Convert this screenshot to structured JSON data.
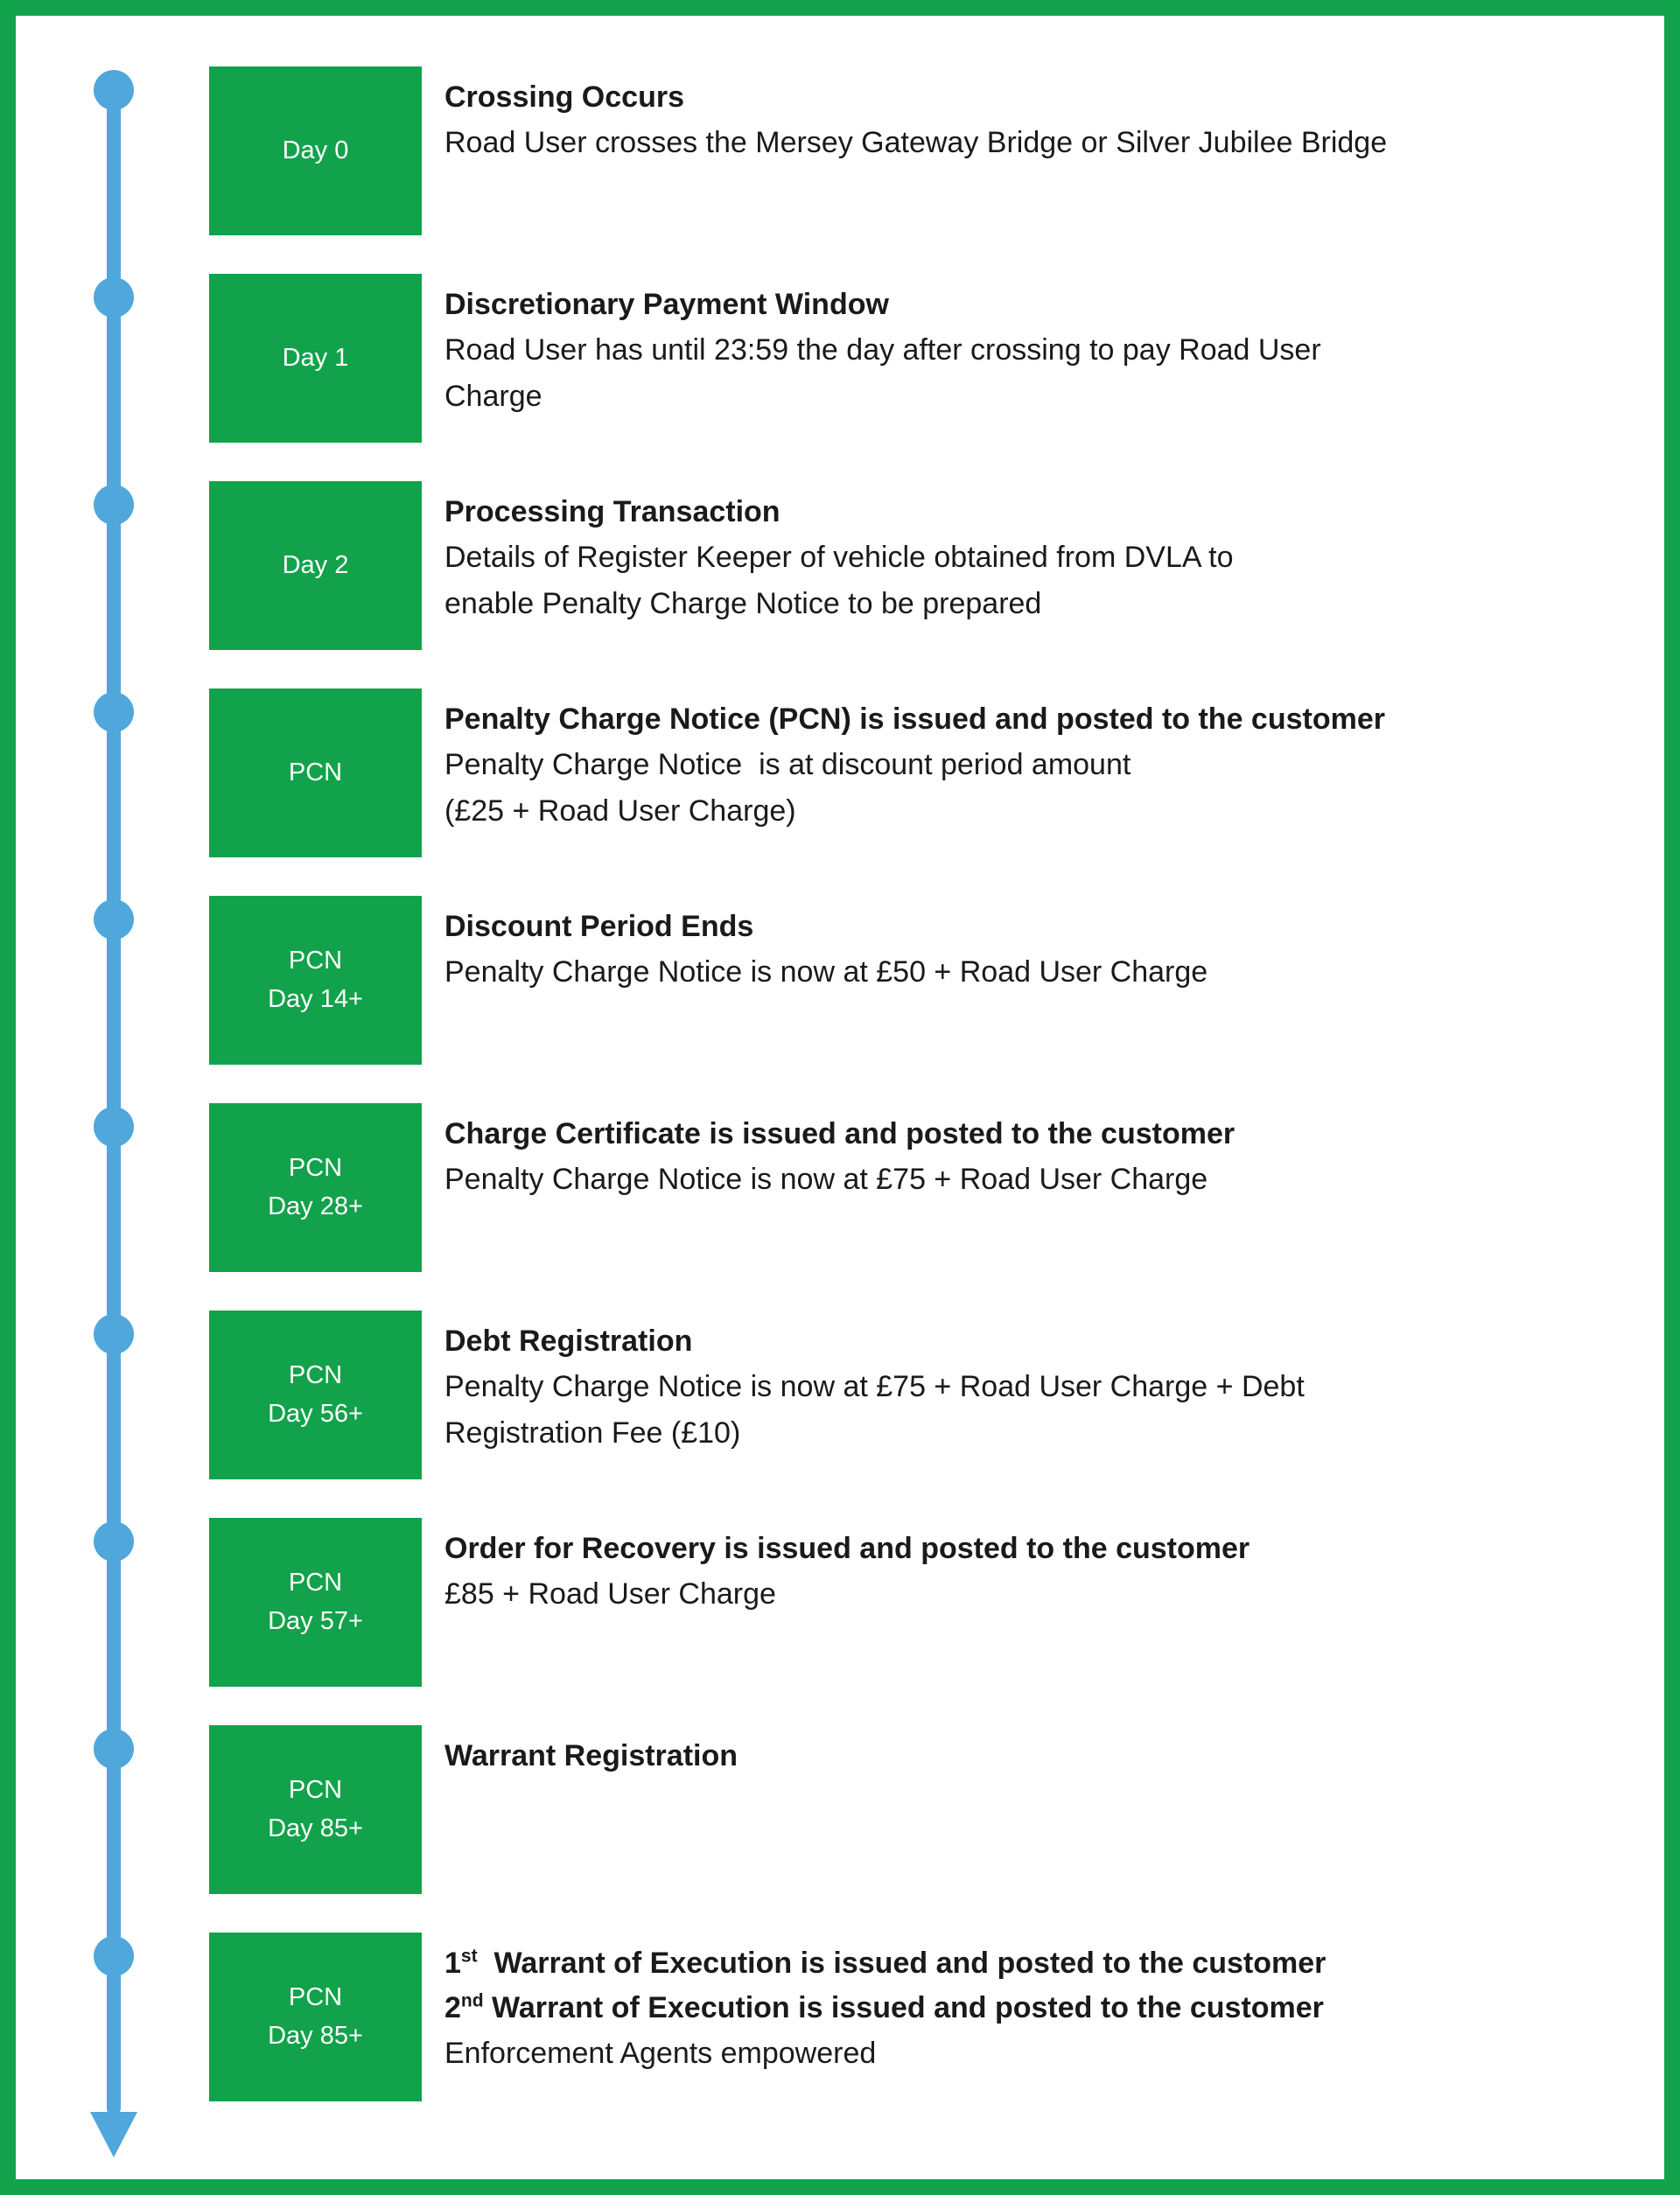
{
  "page": {
    "accent_green": "#12a24b",
    "accent_blue": "#4fa7db",
    "text_color": "#1a1a1a",
    "background": "#ffffff"
  },
  "rows": [
    {
      "label_line1": "Day 0",
      "label_line2": "",
      "title": "Crossing Occurs",
      "body_lines": [
        "Road User crosses the Mersey Gateway Bridge or Silver Jubilee Bridge"
      ]
    },
    {
      "label_line1": "Day 1",
      "label_line2": "",
      "title": "Discretionary Payment Window",
      "body_lines": [
        "Road User has until 23:59 the day after crossing to pay Road User",
        "Charge"
      ]
    },
    {
      "label_line1": "Day 2",
      "label_line2": "",
      "title": "Processing Transaction",
      "body_lines": [
        "Details of Register Keeper of vehicle obtained from DVLA to",
        "enable Penalty Charge Notice to be prepared"
      ]
    },
    {
      "label_line1": "PCN",
      "label_line2": "",
      "title": "Penalty Charge Notice (PCN) is issued and posted to the customer",
      "body_lines": [
        "Penalty Charge Notice  is at discount period amount",
        "(£25 + Road User Charge)"
      ]
    },
    {
      "label_line1": "PCN",
      "label_line2": "Day 14+",
      "title": "Discount Period Ends",
      "body_lines": [
        "Penalty Charge Notice is now at £50 + Road User Charge"
      ]
    },
    {
      "label_line1": "PCN",
      "label_line2": "Day 28+",
      "title": "Charge Certificate is issued and posted to the customer",
      "body_lines": [
        "Penalty Charge Notice is now at £75 + Road User Charge"
      ]
    },
    {
      "label_line1": "PCN",
      "label_line2": "Day 56+",
      "title": "Debt Registration",
      "body_lines": [
        "Penalty Charge Notice is now at £75 + Road User Charge + Debt",
        "Registration Fee (£10)"
      ]
    },
    {
      "label_line1": "PCN",
      "label_line2": "Day 57+",
      "title": "Order for Recovery is issued and posted to the customer",
      "body_lines": [
        "£85 + Road User Charge"
      ]
    },
    {
      "label_line1": "PCN",
      "label_line2": "Day 85+",
      "title": "Warrant Registration",
      "body_lines": []
    },
    {
      "label_line1": "PCN",
      "label_line2": "Day 85+",
      "title_parts": [
        {
          "num": "1",
          "sup": "st",
          "rest": "  Warrant of Execution is issued and posted to the customer"
        },
        {
          "num": "2",
          "sup": "nd",
          "rest": " Warrant of Execution is issued and posted to the customer"
        }
      ],
      "body_lines": [
        "Enforcement Agents empowered"
      ]
    }
  ]
}
